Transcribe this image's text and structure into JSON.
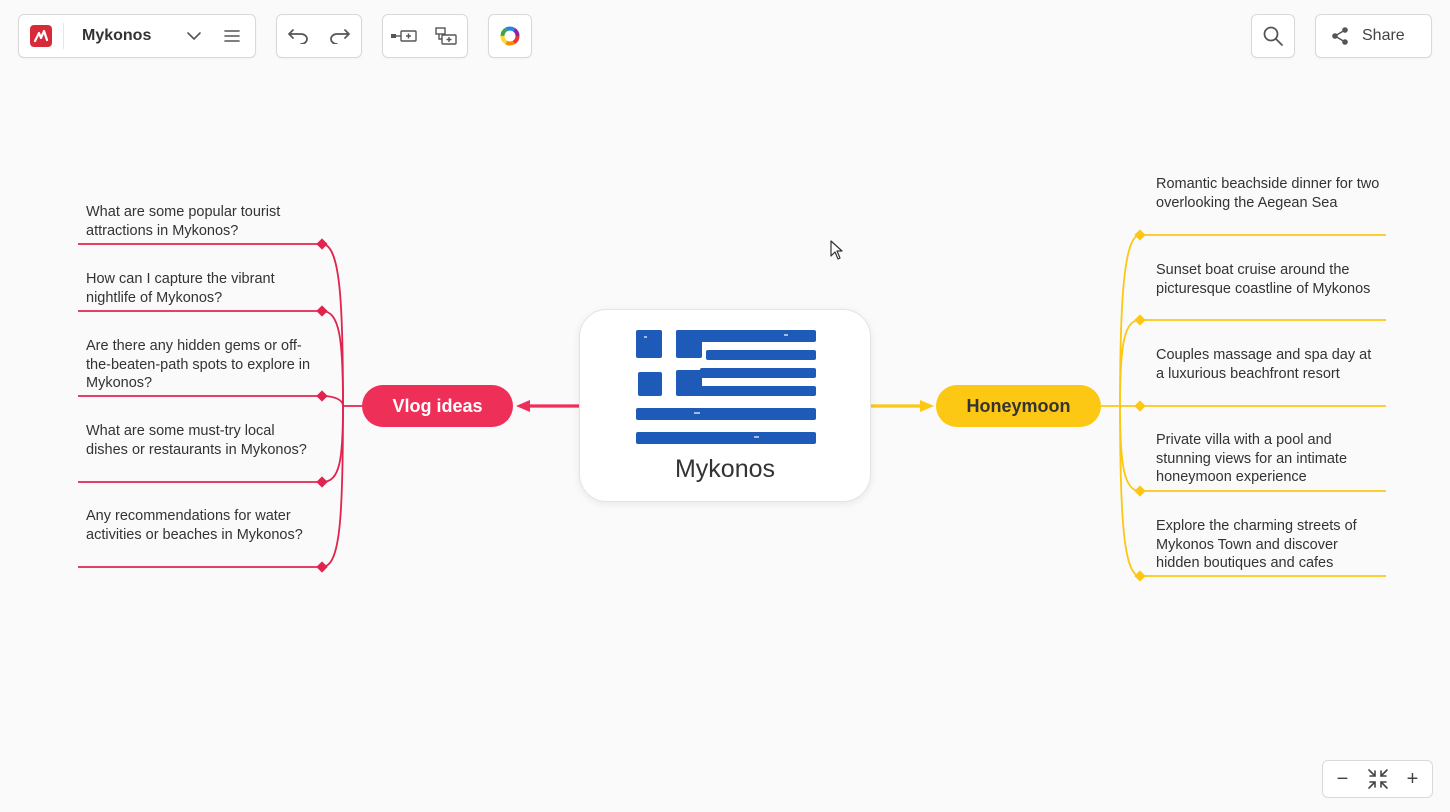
{
  "toolbar": {
    "document_title": "Mykonos",
    "share_label": "Share",
    "icons": {
      "logo": "app-logo-icon",
      "dropdown": "chevron-down-icon",
      "menu": "hamburger-menu-icon",
      "undo": "undo-icon",
      "redo": "redo-icon",
      "add_child": "add-child-topic-icon",
      "add_sibling": "add-sibling-topic-icon",
      "theme": "color-theme-icon",
      "search": "search-icon",
      "share": "share-icon"
    }
  },
  "mindmap": {
    "central": {
      "title": "Mykonos",
      "image": "greek-flag"
    },
    "branches": [
      {
        "label": "Vlog ideas",
        "color": "#ee2f58",
        "side": "left",
        "children": [
          "What are some popular tourist attractions in Mykonos?",
          "How can I capture the vibrant nightlife of Mykonos?",
          "Are there any hidden gems or off-the-beaten-path spots to explore in Mykonos?",
          "What are some must-try local dishes or restaurants in Mykonos?",
          "Any recommendations for water activities or beaches in Mykonos?"
        ]
      },
      {
        "label": "Honeymoon",
        "color": "#fcc814",
        "side": "right",
        "children": [
          "Romantic beachside dinner for two overlooking the Aegean Sea",
          "Sunset boat cruise around the picturesque coastline of Mykonos",
          "Couples massage and spa day at a luxurious beachfront resort",
          "Private villa with a pool and stunning views for an intimate honeymoon experience",
          "Explore the charming streets of Mykonos Town and discover hidden boutiques and cafes"
        ]
      }
    ]
  },
  "zoom_controls": {
    "zoom_out": "−",
    "fit": "fit-screen-icon",
    "zoom_in": "+"
  },
  "colors": {
    "flag_blue": "#1e5bb8",
    "accent_red": "#d92a3a"
  }
}
